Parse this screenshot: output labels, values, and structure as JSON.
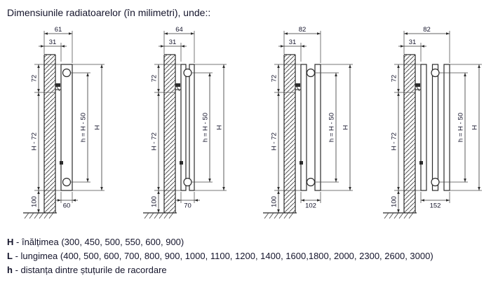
{
  "title": "Dimensiunile radiatoarelor (în milimetri), unde::",
  "colors": {
    "line": "#2b2b2b",
    "extension": "#4a4a4a",
    "text": "#14142b"
  },
  "diagrams": [
    {
      "depth_top": "61",
      "wall_gap": "31",
      "upper_left": "72",
      "middle_left": "H - 72",
      "lower_left": "100",
      "port_spacing": "h = H - 50",
      "height": "H",
      "depth_bottom": "60",
      "panels": 1
    },
    {
      "depth_top": "64",
      "wall_gap": "31",
      "upper_left": "72",
      "middle_left": "H - 72",
      "lower_left": "100",
      "port_spacing": "h = H - 50",
      "height": "H",
      "depth_bottom": "70",
      "panels": 2
    },
    {
      "depth_top": "82",
      "wall_gap": "31",
      "upper_left": "72",
      "middle_left": "H - 72",
      "lower_left": "100",
      "port_spacing": "h = H - 50",
      "height": "H",
      "depth_bottom": "102",
      "panels": 2
    },
    {
      "depth_top": "82",
      "wall_gap": "31",
      "upper_left": "72",
      "middle_left": "H - 72",
      "lower_left": "100",
      "port_spacing": "h = H - 50",
      "height": "H",
      "depth_bottom": "152",
      "panels": 3
    }
  ],
  "legend": [
    {
      "symbol": "H",
      "text": "- înălțimea (300, 450, 500, 550, 600, 900)"
    },
    {
      "symbol": "L",
      "text": "- lungimea (400, 500, 600, 700, 800, 900, 1000, 1100, 1200, 1400, 1600,1800, 2000, 2300, 2600, 3000)"
    },
    {
      "symbol": "h",
      "text": "- distanța dintre ștuțurile de racordare"
    }
  ]
}
